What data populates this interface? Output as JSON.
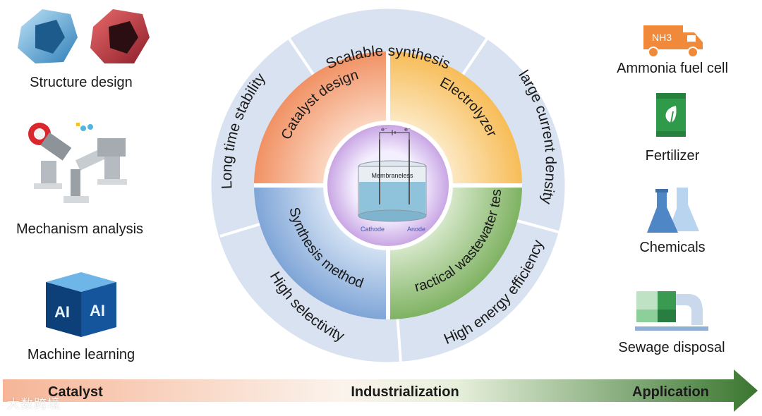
{
  "left_column": {
    "structure": "Structure design",
    "mechanism": "Mechanism analysis",
    "machine": "Machine learning",
    "ai_text": "AI"
  },
  "wheel": {
    "outer_top": "Scalable synthesis",
    "outer_right": "large current density",
    "outer_left": "Long time stability",
    "outer_bottom_left": "High selectivity",
    "outer_bottom_right": "High energy efficiency",
    "q_top_left": "Catalyst design",
    "q_top_right": "Electrolyzer",
    "q_bottom_left": "Synthesis method",
    "q_bottom_right": "Practical wastewater test",
    "center_label": "Membraneless",
    "cathode": "Cathode",
    "anode": "Anode",
    "electron": "e⁻"
  },
  "right_column": {
    "truck_label": "NH3",
    "ammonia": "Ammonia fuel cell",
    "fertilizer": "Fertilizer",
    "chemicals": "Chemicals",
    "sewage": "Sewage disposal"
  },
  "arrow": {
    "left": "Catalyst",
    "center": "Industrialization",
    "right": "Application"
  },
  "watermark": "大数跨境",
  "colors": {
    "ring": "#d8e1ef",
    "q_orange": "#f08a5a",
    "q_yellow": "#f7b750",
    "q_blue": "#7fa6d8",
    "q_green": "#7fb060",
    "arrow_start": "#f4b79a",
    "arrow_end": "#3f7a33"
  }
}
